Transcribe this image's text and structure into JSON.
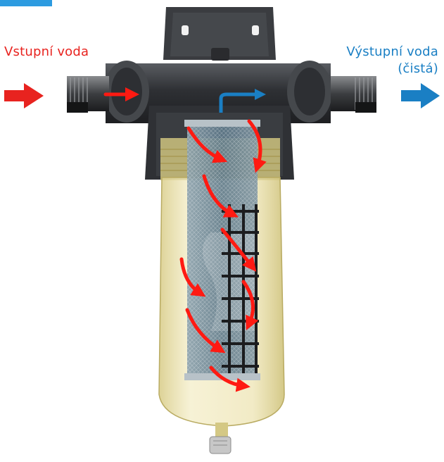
{
  "labels": {
    "inlet": "Vstupní voda",
    "outlet_line1": "Výstupní voda",
    "outlet_line2": "(čistá)"
  },
  "colors": {
    "inlet": "#e8231f",
    "outlet": "#1a7fc4",
    "accent": "#2d9be0",
    "housing": "#3b3d41",
    "bowl": "#e6dba0",
    "mesh": "#6f8b9c",
    "flow_arrows": "#ff1a12"
  }
}
